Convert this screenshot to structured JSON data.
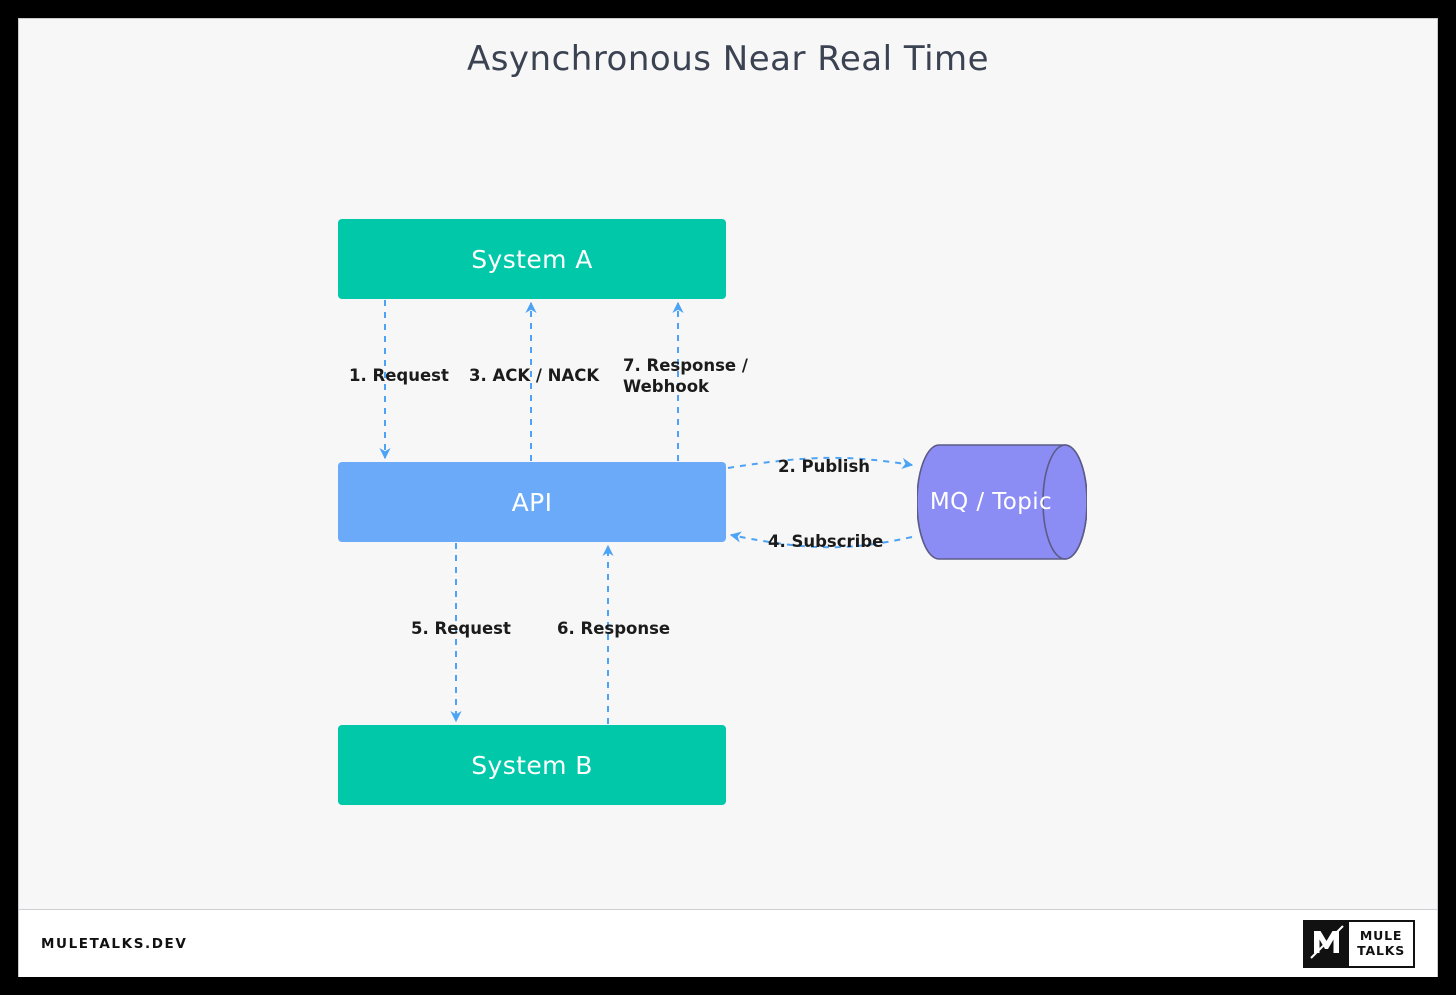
{
  "slide": {
    "title": "Asynchronous Near Real Time",
    "background": "#f7f7f7"
  },
  "colors": {
    "system_node": "#00c8a8",
    "api_node": "#6aaaf8",
    "queue_node": "#8c8cf5",
    "arrow": "#4da3f5",
    "title_text": "#3b4252",
    "label_text": "#1b1b1b"
  },
  "diagram": {
    "type": "sequence-flow",
    "nodes": [
      {
        "id": "system-a",
        "label": "System A",
        "shape": "rectangle",
        "color": "#00c8a8"
      },
      {
        "id": "api",
        "label": "API",
        "shape": "rectangle",
        "color": "#6aaaf8"
      },
      {
        "id": "system-b",
        "label": "System B",
        "shape": "rectangle",
        "color": "#00c8a8"
      },
      {
        "id": "mq",
        "label": "MQ / Topic",
        "shape": "cylinder",
        "color": "#8c8cf5"
      }
    ],
    "edges": [
      {
        "step": 1,
        "label": "1. Request",
        "from": "system-a",
        "to": "api",
        "style": "dashed",
        "direction": "down"
      },
      {
        "step": 2,
        "label": "2. Publish",
        "from": "api",
        "to": "mq",
        "style": "dashed",
        "direction": "right"
      },
      {
        "step": 3,
        "label": "3. ACK / NACK",
        "from": "api",
        "to": "system-a",
        "style": "dashed",
        "direction": "up"
      },
      {
        "step": 4,
        "label": "4. Subscribe",
        "from": "mq",
        "to": "api",
        "style": "dashed",
        "direction": "left"
      },
      {
        "step": 5,
        "label": "5. Request",
        "from": "api",
        "to": "system-b",
        "style": "dashed",
        "direction": "down"
      },
      {
        "step": 6,
        "label": "6. Response",
        "from": "system-b",
        "to": "api",
        "style": "dashed",
        "direction": "up"
      },
      {
        "step": 7,
        "label": "7. Response /\nWebhook",
        "from": "api",
        "to": "system-a",
        "style": "dashed",
        "direction": "up"
      }
    ]
  },
  "footer": {
    "site": "MULETALKS.DEV",
    "logo": {
      "mark_letter": "M",
      "line1": "MULE",
      "line2": "TALKS"
    }
  }
}
